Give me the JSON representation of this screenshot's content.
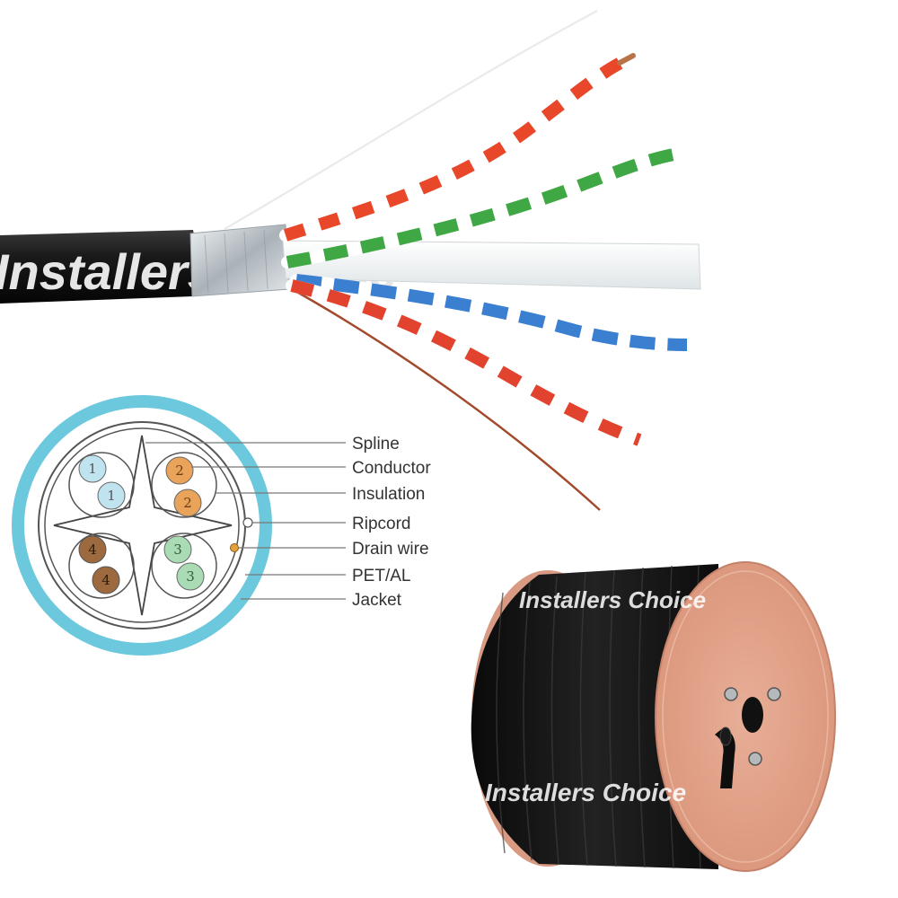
{
  "branding": {
    "cable_print": "Installers Choice",
    "spool_watermark_top": "Installers Choice",
    "spool_watermark_bottom": "Installers Choice"
  },
  "diagram": {
    "labels": [
      "Spline",
      "Conductor",
      "Insulation",
      "Ripcord",
      "Drain wire",
      "PET/AL",
      "Jacket"
    ],
    "pair_numbers": [
      "1",
      "1",
      "2",
      "2",
      "4",
      "4",
      "3",
      "3"
    ]
  },
  "colors": {
    "jacket_black": "#151515",
    "pair_orange": "#e8472a",
    "pair_green": "#3fa844",
    "pair_blue": "#3a7fd0",
    "pair_brown": "#b0563a",
    "spline_white": "#f2f4f4",
    "foil_silver": "#c9cfd3",
    "diagram_outer_ring": "#6cc8dc",
    "pair1_fill": "#bfe3ef",
    "pair2_fill": "#e9a35a",
    "pair3_fill": "#a9dcb5",
    "pair4_fill": "#9c6a3e",
    "spool_flange": "#e2a48c"
  }
}
